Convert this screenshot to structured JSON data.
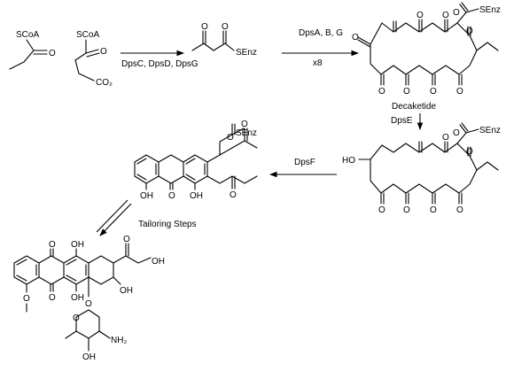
{
  "diagram": {
    "atoms": {
      "scoa_1": "SCoA",
      "scoa_2": "SCoA",
      "co2": "CO₂",
      "o": "O",
      "senz": "SEnz",
      "ho": "HO",
      "oh": "OH",
      "nh2": "NH₂"
    },
    "labels": {
      "enzymes_dps_cdg": "DpsC, DpsD, DpsG",
      "enzymes_dps_abg": "DpsA, B, G",
      "times_8": "x8",
      "decaketide": "Decaketide",
      "dpsE": "DpsE",
      "dpsF": "DpsF",
      "tailoring": "Tailoring Steps"
    }
  }
}
